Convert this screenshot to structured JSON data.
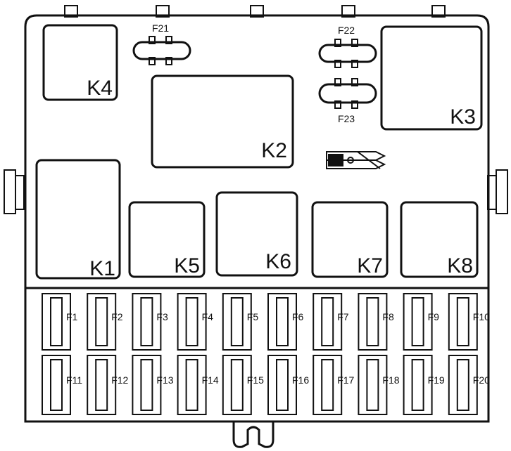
{
  "relays": [
    {
      "id": "k4",
      "label": "K4"
    },
    {
      "id": "k2",
      "label": "K2"
    },
    {
      "id": "k3",
      "label": "K3"
    },
    {
      "id": "k1",
      "label": "K1"
    },
    {
      "id": "k5",
      "label": "K5"
    },
    {
      "id": "k6",
      "label": "K6"
    },
    {
      "id": "k7",
      "label": "K7"
    },
    {
      "id": "k8",
      "label": "K8"
    }
  ],
  "mini_fuses": [
    {
      "id": "f21",
      "label": "F21"
    },
    {
      "id": "f22",
      "label": "F22"
    },
    {
      "id": "f23",
      "label": "F23"
    }
  ],
  "fuses_top_row": [
    "F1",
    "F2",
    "F3",
    "F4",
    "F5",
    "F6",
    "F7",
    "F8",
    "F9",
    "F10"
  ],
  "fuses_bottom_row": [
    "F11",
    "F12",
    "F13",
    "F14",
    "F15",
    "F16",
    "F17",
    "F18",
    "F19",
    "F20"
  ]
}
